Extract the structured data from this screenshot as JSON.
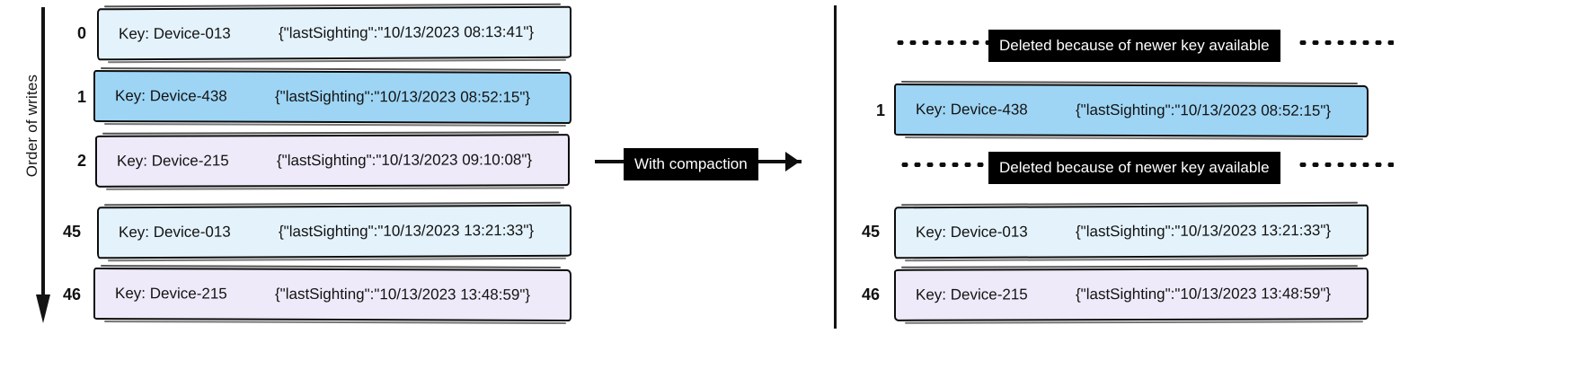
{
  "diagram": {
    "axis": {
      "label": "Order of writes",
      "arrow_icon": "down-arrow-icon"
    },
    "transition": {
      "label": "With compaction",
      "arrow_icon": "right-arrow-icon"
    },
    "left_panel": {
      "name": "uncompacted-log",
      "rows": [
        {
          "index": "0",
          "key": "Key: Device-013",
          "value": "{\"lastSighting\":\"10/13/2023 08:13:41\"}",
          "fill": "#e3f2fb",
          "tone": "lightblue"
        },
        {
          "index": "1",
          "key": "Key: Device-438",
          "value": "{\"lastSighting\":\"10/13/2023 08:52:15\"}",
          "fill": "#9ed5f5",
          "tone": "blue"
        },
        {
          "index": "2",
          "key": "Key: Device-215",
          "value": "{\"lastSighting\":\"10/13/2023 09:10:08\"}",
          "fill": "#eeeaf9",
          "tone": "lavender"
        },
        {
          "index": "45",
          "key": "Key: Device-013",
          "value": "{\"lastSighting\":\"10/13/2023 13:21:33\"}",
          "fill": "#e3f2fb",
          "tone": "lightblue"
        },
        {
          "index": "46",
          "key": "Key: Device-215",
          "value": "{\"lastSighting\":\"10/13/2023 13:48:59\"}",
          "fill": "#eeeaf9",
          "tone": "lavender"
        }
      ]
    },
    "right_panel": {
      "name": "compacted-log",
      "rows": [
        {
          "kind": "deleted",
          "index": "",
          "note": "Deleted because of newer key available"
        },
        {
          "kind": "record",
          "index": "1",
          "key": "Key: Device-438",
          "value": "{\"lastSighting\":\"10/13/2023 08:52:15\"}",
          "fill": "#9ed5f5",
          "tone": "blue"
        },
        {
          "kind": "deleted",
          "index": "",
          "note": "Deleted because of newer key available"
        },
        {
          "kind": "record",
          "index": "45",
          "key": "Key: Device-013",
          "value": "{\"lastSighting\":\"10/13/2023 13:21:33\"}",
          "fill": "#e3f2fb",
          "tone": "lightblue"
        },
        {
          "kind": "record",
          "index": "46",
          "key": "Key: Device-215",
          "value": "{\"lastSighting\":\"10/13/2023 13:48:59\"}",
          "fill": "#eeeaf9",
          "tone": "lavender"
        }
      ]
    },
    "colors": {
      "light_blue": "#e3f2fb",
      "blue": "#9ed5f5",
      "lavender": "#eeeaf9",
      "stroke": "#0d0d0d",
      "badge_bg": "#000000",
      "badge_fg": "#ffffff"
    }
  }
}
